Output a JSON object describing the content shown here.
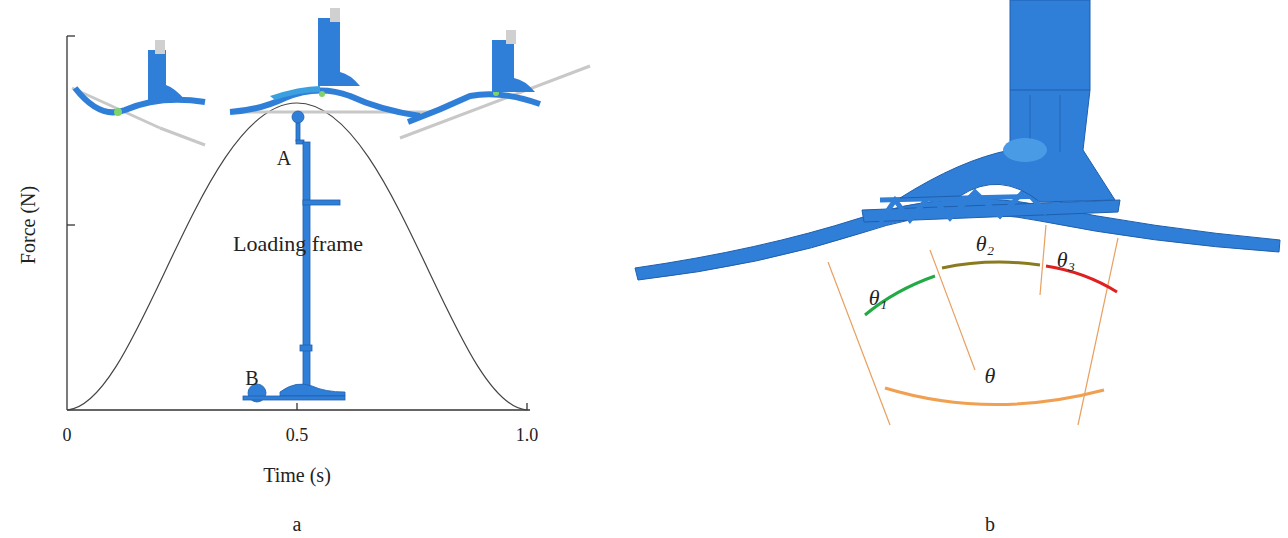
{
  "diagram": {
    "labels": [
      "Force (N)",
      "Time (s)",
      "0",
      "0.5",
      "1.0",
      "A",
      "Loading frame",
      "B",
      "a",
      "θ₁",
      "θ₂",
      "θ₃",
      "θ",
      "b"
    ]
  }
}
